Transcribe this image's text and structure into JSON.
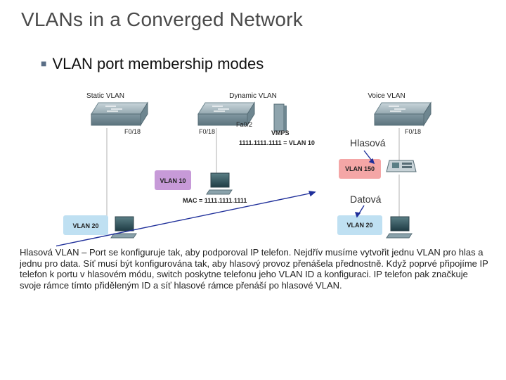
{
  "title": "VLANs in a Converged Network",
  "bullet": "VLAN port membership modes",
  "diagram": {
    "switch_static_label": "Static VLAN",
    "switch_dynamic_label": "Dynamic VLAN",
    "switch_voice_label": "Voice VLAN",
    "port_static": "F0/18",
    "port_dynamic": "F0/18",
    "port_dynamic_vmps": "Fa0/2",
    "port_voice": "F0/18",
    "vmps_label": "VMPS",
    "vmps_mapping": "1111.1111.1111 = VLAN 10",
    "mac_label": "MAC = 1111.1111.1111",
    "vlan10_label": "VLAN 10",
    "vlan20_static_label": "VLAN 20",
    "vlan150_label": "VLAN 150",
    "vlan20_voice_label": "VLAN 20",
    "hlasova_label": "Hlasová",
    "datova_label": "Datová"
  },
  "body_text": "Hlasová VLAN – Port se konfiguruje tak, aby podporoval IP telefon. Nejdřív musíme vytvořit jednu VLAN pro hlas a jednu pro data. Síť musí být konfigurována tak, aby hlasový provoz přenášela přednostně. Když poprvé připojíme IP telefon k portu v hlasovém módu, switch poskytne telefonu jeho VLAN ID a konfiguraci. IP telefon pak značkuje svoje rámce tímto přiděleným ID a síť hlasové rámce přenáší po hlasové VLAN.",
  "colors": {
    "vlan10": "#c79ad8",
    "vlan20": "#bfe0f2",
    "vlan150": "#f4a6a6",
    "switch": "#8fa4ad",
    "arrow": "#1f2f9a"
  }
}
